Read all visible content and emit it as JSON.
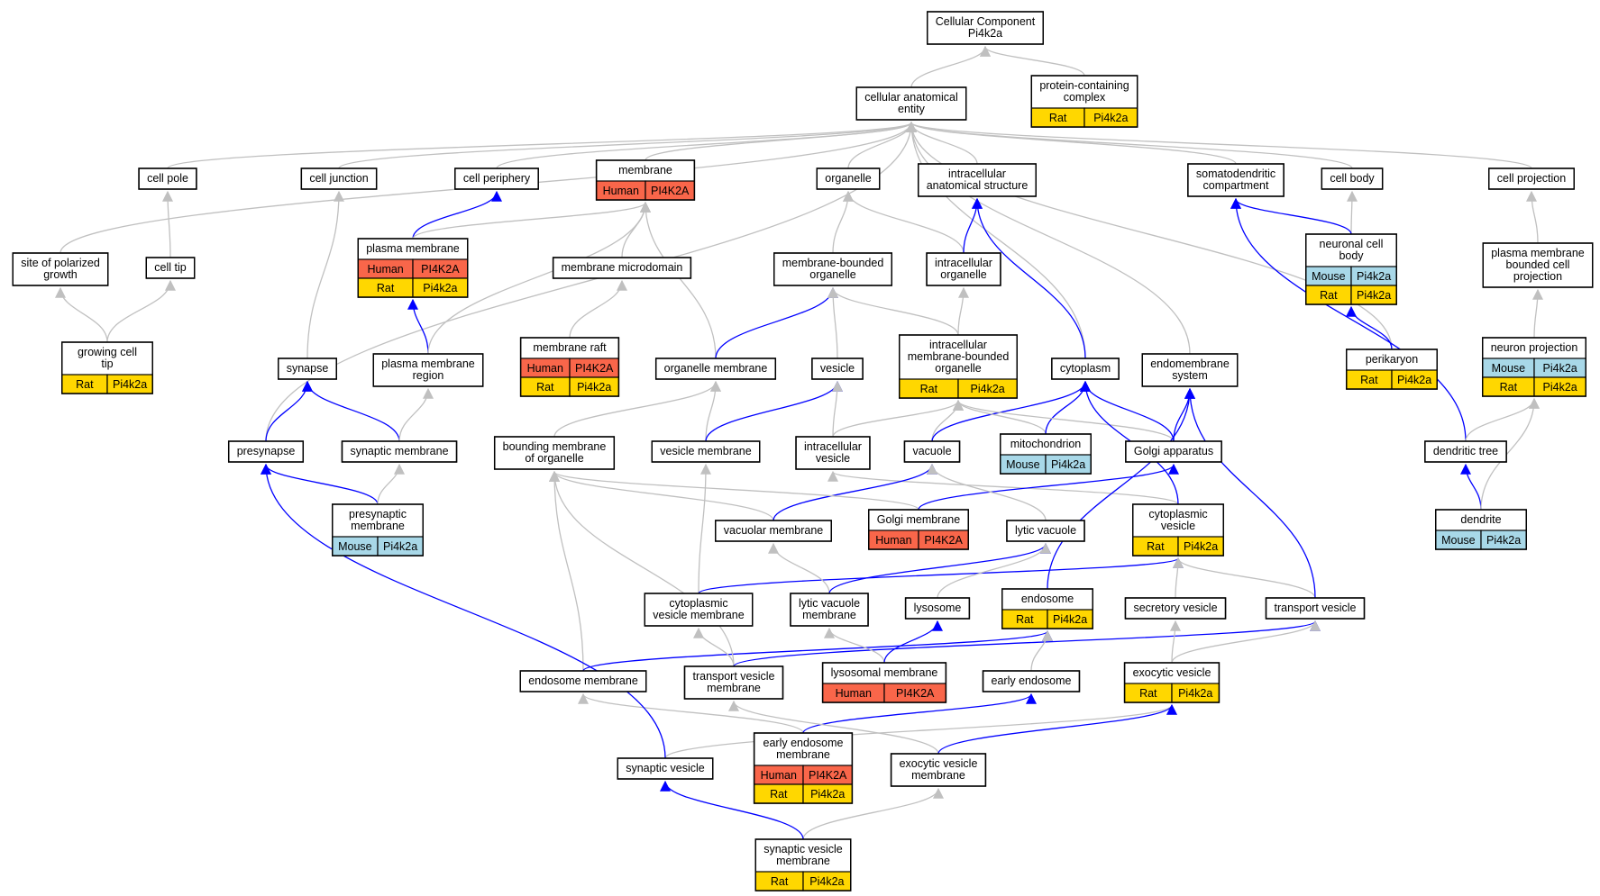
{
  "colors": {
    "Human": "#f9664a",
    "Rat": "#ffd700",
    "Mouse": "#a8d8e8",
    "is_a_edge": "#c0c0c0",
    "part_of_edge": "#0000ff"
  },
  "nodes": [
    {
      "id": "cc_root",
      "lines": [
        "Cellular Component",
        "Pi4k2a"
      ]
    },
    {
      "id": "protein_complex",
      "lines": [
        "protein-containing",
        "complex"
      ],
      "rows": [
        [
          "Rat",
          "Pi4k2a"
        ]
      ]
    },
    {
      "id": "cellular_anatomical_entity",
      "lines": [
        "cellular anatomical",
        "entity"
      ]
    },
    {
      "id": "cell_pole",
      "lines": [
        "cell pole"
      ]
    },
    {
      "id": "cell_junction",
      "lines": [
        "cell junction"
      ]
    },
    {
      "id": "cell_periphery",
      "lines": [
        "cell periphery"
      ]
    },
    {
      "id": "membrane",
      "lines": [
        "membrane"
      ],
      "rows": [
        [
          "Human",
          "PI4K2A"
        ]
      ]
    },
    {
      "id": "organelle",
      "lines": [
        "organelle"
      ]
    },
    {
      "id": "intracellular_anatomical_structure",
      "lines": [
        "intracellular",
        "anatomical structure"
      ]
    },
    {
      "id": "somatodendritic_compartment",
      "lines": [
        "somatodendritic",
        "compartment"
      ]
    },
    {
      "id": "cell_body",
      "lines": [
        "cell body"
      ]
    },
    {
      "id": "cell_projection",
      "lines": [
        "cell projection"
      ]
    },
    {
      "id": "site_of_polarized_growth",
      "lines": [
        "site of polarized",
        "growth"
      ]
    },
    {
      "id": "cell_tip",
      "lines": [
        "cell tip"
      ]
    },
    {
      "id": "plasma_membrane",
      "lines": [
        "plasma membrane"
      ],
      "rows": [
        [
          "Human",
          "PI4K2A"
        ],
        [
          "Rat",
          "Pi4k2a"
        ]
      ]
    },
    {
      "id": "membrane_microdomain",
      "lines": [
        "membrane microdomain"
      ]
    },
    {
      "id": "membrane_bounded_organelle",
      "lines": [
        "membrane-bounded",
        "organelle"
      ]
    },
    {
      "id": "intracellular_organelle",
      "lines": [
        "intracellular",
        "organelle"
      ]
    },
    {
      "id": "neuronal_cell_body",
      "lines": [
        "neuronal cell",
        "body"
      ],
      "rows": [
        [
          "Mouse",
          "Pi4k2a"
        ],
        [
          "Rat",
          "Pi4k2a"
        ]
      ]
    },
    {
      "id": "plasma_membrane_bounded_cell_projection",
      "lines": [
        "plasma membrane",
        "bounded cell",
        "projection"
      ]
    },
    {
      "id": "growing_cell_tip",
      "lines": [
        "growing cell",
        "tip"
      ],
      "rows": [
        [
          "Rat",
          "Pi4k2a"
        ]
      ]
    },
    {
      "id": "synapse",
      "lines": [
        "synapse"
      ]
    },
    {
      "id": "plasma_membrane_region",
      "lines": [
        "plasma membrane",
        "region"
      ]
    },
    {
      "id": "membrane_raft",
      "lines": [
        "membrane raft"
      ],
      "rows": [
        [
          "Human",
          "PI4K2A"
        ],
        [
          "Rat",
          "Pi4k2a"
        ]
      ]
    },
    {
      "id": "organelle_membrane",
      "lines": [
        "organelle membrane"
      ]
    },
    {
      "id": "vesicle",
      "lines": [
        "vesicle"
      ]
    },
    {
      "id": "intracellular_membrane_bounded_organelle",
      "lines": [
        "intracellular",
        "membrane-bounded",
        "organelle"
      ],
      "rows": [
        [
          "Rat",
          "Pi4k2a"
        ]
      ]
    },
    {
      "id": "cytoplasm",
      "lines": [
        "cytoplasm"
      ]
    },
    {
      "id": "endomembrane_system",
      "lines": [
        "endomembrane",
        "system"
      ]
    },
    {
      "id": "perikaryon",
      "lines": [
        "perikaryon"
      ],
      "rows": [
        [
          "Rat",
          "Pi4k2a"
        ]
      ]
    },
    {
      "id": "neuron_projection",
      "lines": [
        "neuron projection"
      ],
      "rows": [
        [
          "Mouse",
          "Pi4k2a"
        ],
        [
          "Rat",
          "Pi4k2a"
        ]
      ]
    },
    {
      "id": "presynapse",
      "lines": [
        "presynapse"
      ]
    },
    {
      "id": "synaptic_membrane",
      "lines": [
        "synaptic membrane"
      ]
    },
    {
      "id": "bounding_membrane_of_organelle",
      "lines": [
        "bounding membrane",
        "of organelle"
      ]
    },
    {
      "id": "vesicle_membrane",
      "lines": [
        "vesicle membrane"
      ]
    },
    {
      "id": "intracellular_vesicle",
      "lines": [
        "intracellular",
        "vesicle"
      ]
    },
    {
      "id": "vacuole",
      "lines": [
        "vacuole"
      ]
    },
    {
      "id": "mitochondrion",
      "lines": [
        "mitochondrion"
      ],
      "rows": [
        [
          "Mouse",
          "Pi4k2a"
        ]
      ]
    },
    {
      "id": "golgi_apparatus",
      "lines": [
        "Golgi apparatus"
      ]
    },
    {
      "id": "dendritic_tree",
      "lines": [
        "dendritic tree"
      ]
    },
    {
      "id": "presynaptic_membrane",
      "lines": [
        "presynaptic",
        "membrane"
      ],
      "rows": [
        [
          "Mouse",
          "Pi4k2a"
        ]
      ]
    },
    {
      "id": "vacuolar_membrane",
      "lines": [
        "vacuolar membrane"
      ]
    },
    {
      "id": "golgi_membrane",
      "lines": [
        "Golgi membrane"
      ],
      "rows": [
        [
          "Human",
          "PI4K2A"
        ]
      ]
    },
    {
      "id": "lytic_vacuole",
      "lines": [
        "lytic vacuole"
      ]
    },
    {
      "id": "cytoplasmic_vesicle",
      "lines": [
        "cytoplasmic",
        "vesicle"
      ],
      "rows": [
        [
          "Rat",
          "Pi4k2a"
        ]
      ]
    },
    {
      "id": "dendrite",
      "lines": [
        "dendrite"
      ],
      "rows": [
        [
          "Mouse",
          "Pi4k2a"
        ]
      ]
    },
    {
      "id": "cytoplasmic_vesicle_membrane",
      "lines": [
        "cytoplasmic",
        "vesicle membrane"
      ]
    },
    {
      "id": "lytic_vacuole_membrane",
      "lines": [
        "lytic vacuole",
        "membrane"
      ]
    },
    {
      "id": "lysosome",
      "lines": [
        "lysosome"
      ]
    },
    {
      "id": "endosome",
      "lines": [
        "endosome"
      ],
      "rows": [
        [
          "Rat",
          "Pi4k2a"
        ]
      ]
    },
    {
      "id": "secretory_vesicle",
      "lines": [
        "secretory vesicle"
      ]
    },
    {
      "id": "transport_vesicle",
      "lines": [
        "transport vesicle"
      ]
    },
    {
      "id": "endosome_membrane",
      "lines": [
        "endosome membrane"
      ]
    },
    {
      "id": "transport_vesicle_membrane",
      "lines": [
        "transport vesicle",
        "membrane"
      ]
    },
    {
      "id": "lysosomal_membrane",
      "lines": [
        "lysosomal membrane"
      ],
      "rows": [
        [
          "Human",
          "PI4K2A"
        ]
      ]
    },
    {
      "id": "early_endosome",
      "lines": [
        "early endosome"
      ]
    },
    {
      "id": "exocytic_vesicle",
      "lines": [
        "exocytic vesicle"
      ],
      "rows": [
        [
          "Rat",
          "Pi4k2a"
        ]
      ]
    },
    {
      "id": "early_endosome_membrane",
      "lines": [
        "early endosome",
        "membrane"
      ],
      "rows": [
        [
          "Human",
          "PI4K2A"
        ],
        [
          "Rat",
          "Pi4k2a"
        ]
      ]
    },
    {
      "id": "synaptic_vesicle",
      "lines": [
        "synaptic vesicle"
      ]
    },
    {
      "id": "exocytic_vesicle_membrane",
      "lines": [
        "exocytic vesicle",
        "membrane"
      ]
    },
    {
      "id": "synaptic_vesicle_membrane",
      "lines": [
        "synaptic vesicle",
        "membrane"
      ],
      "rows": [
        [
          "Rat",
          "Pi4k2a"
        ]
      ]
    }
  ],
  "edges": [
    {
      "from": "protein_complex",
      "to": "cc_root",
      "type": "is_a"
    },
    {
      "from": "cellular_anatomical_entity",
      "to": "cc_root",
      "type": "is_a"
    },
    {
      "from": "cell_pole",
      "to": "cellular_anatomical_entity",
      "type": "is_a"
    },
    {
      "from": "cell_junction",
      "to": "cellular_anatomical_entity",
      "type": "is_a"
    },
    {
      "from": "cell_periphery",
      "to": "cellular_anatomical_entity",
      "type": "is_a"
    },
    {
      "from": "membrane",
      "to": "cellular_anatomical_entity",
      "type": "is_a"
    },
    {
      "from": "organelle",
      "to": "cellular_anatomical_entity",
      "type": "is_a"
    },
    {
      "from": "intracellular_anatomical_structure",
      "to": "cellular_anatomical_entity",
      "type": "is_a"
    },
    {
      "from": "somatodendritic_compartment",
      "to": "cellular_anatomical_entity",
      "type": "is_a"
    },
    {
      "from": "cell_body",
      "to": "cellular_anatomical_entity",
      "type": "is_a"
    },
    {
      "from": "cell_projection",
      "to": "cellular_anatomical_entity",
      "type": "is_a"
    },
    {
      "from": "site_of_polarized_growth",
      "to": "cellular_anatomical_entity",
      "type": "is_a"
    },
    {
      "from": "presynapse",
      "to": "cellular_anatomical_entity",
      "type": "is_a"
    },
    {
      "from": "cytoplasm",
      "to": "cellular_anatomical_entity",
      "type": "is_a"
    },
    {
      "from": "endomembrane_system",
      "to": "cellular_anatomical_entity",
      "type": "is_a"
    },
    {
      "from": "perikaryon",
      "to": "cellular_anatomical_entity",
      "type": "is_a"
    },
    {
      "from": "cell_tip",
      "to": "cell_pole",
      "type": "is_a"
    },
    {
      "from": "growing_cell_tip",
      "to": "site_of_polarized_growth",
      "type": "is_a"
    },
    {
      "from": "growing_cell_tip",
      "to": "cell_tip",
      "type": "is_a"
    },
    {
      "from": "synapse",
      "to": "cell_junction",
      "type": "is_a"
    },
    {
      "from": "plasma_membrane",
      "to": "cell_periphery",
      "type": "part_of"
    },
    {
      "from": "plasma_membrane",
      "to": "membrane",
      "type": "is_a"
    },
    {
      "from": "plasma_membrane_region",
      "to": "plasma_membrane",
      "type": "part_of"
    },
    {
      "from": "plasma_membrane_region",
      "to": "membrane",
      "type": "is_a"
    },
    {
      "from": "membrane_microdomain",
      "to": "membrane",
      "type": "is_a"
    },
    {
      "from": "membrane_raft",
      "to": "membrane_microdomain",
      "type": "is_a"
    },
    {
      "from": "organelle_membrane",
      "to": "membrane",
      "type": "is_a"
    },
    {
      "from": "organelle_membrane",
      "to": "membrane_bounded_organelle",
      "type": "part_of"
    },
    {
      "from": "membrane_bounded_organelle",
      "to": "organelle",
      "type": "is_a"
    },
    {
      "from": "intracellular_organelle",
      "to": "organelle",
      "type": "is_a"
    },
    {
      "from": "intracellular_organelle",
      "to": "intracellular_anatomical_structure",
      "type": "part_of"
    },
    {
      "from": "cytoplasm",
      "to": "intracellular_anatomical_structure",
      "type": "part_of"
    },
    {
      "from": "vesicle",
      "to": "membrane_bounded_organelle",
      "type": "is_a"
    },
    {
      "from": "intracellular_membrane_bounded_organelle",
      "to": "membrane_bounded_organelle",
      "type": "is_a"
    },
    {
      "from": "intracellular_membrane_bounded_organelle",
      "to": "intracellular_organelle",
      "type": "is_a"
    },
    {
      "from": "neuronal_cell_body",
      "to": "cell_body",
      "type": "is_a"
    },
    {
      "from": "neuronal_cell_body",
      "to": "somatodendritic_compartment",
      "type": "part_of"
    },
    {
      "from": "perikaryon",
      "to": "neuronal_cell_body",
      "type": "part_of"
    },
    {
      "from": "plasma_membrane_bounded_cell_projection",
      "to": "cell_projection",
      "type": "is_a"
    },
    {
      "from": "neuron_projection",
      "to": "plasma_membrane_bounded_cell_projection",
      "type": "is_a"
    },
    {
      "from": "dendritic_tree",
      "to": "somatodendritic_compartment",
      "type": "part_of"
    },
    {
      "from": "dendritic_tree",
      "to": "neuron_projection",
      "type": "is_a"
    },
    {
      "from": "dendrite",
      "to": "dendritic_tree",
      "type": "part_of"
    },
    {
      "from": "dendrite",
      "to": "neuron_projection",
      "type": "is_a"
    },
    {
      "from": "presynapse",
      "to": "synapse",
      "type": "part_of"
    },
    {
      "from": "synaptic_membrane",
      "to": "synapse",
      "type": "part_of"
    },
    {
      "from": "synaptic_membrane",
      "to": "plasma_membrane_region",
      "type": "is_a"
    },
    {
      "from": "presynaptic_membrane",
      "to": "presynapse",
      "type": "part_of"
    },
    {
      "from": "presynaptic_membrane",
      "to": "synaptic_membrane",
      "type": "is_a"
    },
    {
      "from": "bounding_membrane_of_organelle",
      "to": "organelle_membrane",
      "type": "is_a"
    },
    {
      "from": "vesicle_membrane",
      "to": "organelle_membrane",
      "type": "is_a"
    },
    {
      "from": "vesicle_membrane",
      "to": "vesicle",
      "type": "part_of"
    },
    {
      "from": "intracellular_vesicle",
      "to": "vesicle",
      "type": "is_a"
    },
    {
      "from": "intracellular_vesicle",
      "to": "intracellular_membrane_bounded_organelle",
      "type": "is_a"
    },
    {
      "from": "vacuole",
      "to": "intracellular_membrane_bounded_organelle",
      "type": "is_a"
    },
    {
      "from": "vacuole",
      "to": "cytoplasm",
      "type": "part_of"
    },
    {
      "from": "mitochondrion",
      "to": "intracellular_membrane_bounded_organelle",
      "type": "is_a"
    },
    {
      "from": "mitochondrion",
      "to": "cytoplasm",
      "type": "part_of"
    },
    {
      "from": "golgi_apparatus",
      "to": "intracellular_membrane_bounded_organelle",
      "type": "is_a"
    },
    {
      "from": "golgi_apparatus",
      "to": "cytoplasm",
      "type": "part_of"
    },
    {
      "from": "golgi_apparatus",
      "to": "endomembrane_system",
      "type": "part_of"
    },
    {
      "from": "cytoplasmic_vesicle",
      "to": "intracellular_vesicle",
      "type": "is_a"
    },
    {
      "from": "cytoplasmic_vesicle",
      "to": "cytoplasm",
      "type": "part_of"
    },
    {
      "from": "vacuolar_membrane",
      "to": "bounding_membrane_of_organelle",
      "type": "is_a"
    },
    {
      "from": "vacuolar_membrane",
      "to": "vacuole",
      "type": "part_of"
    },
    {
      "from": "golgi_membrane",
      "to": "bounding_membrane_of_organelle",
      "type": "is_a"
    },
    {
      "from": "golgi_membrane",
      "to": "golgi_apparatus",
      "type": "part_of"
    },
    {
      "from": "lytic_vacuole",
      "to": "vacuole",
      "type": "is_a"
    },
    {
      "from": "cytoplasmic_vesicle_membrane",
      "to": "vesicle_membrane",
      "type": "is_a"
    },
    {
      "from": "cytoplasmic_vesicle_membrane",
      "to": "cytoplasmic_vesicle",
      "type": "part_of"
    },
    {
      "from": "lytic_vacuole_membrane",
      "to": "vacuolar_membrane",
      "type": "is_a"
    },
    {
      "from": "lytic_vacuole_membrane",
      "to": "lytic_vacuole",
      "type": "part_of"
    },
    {
      "from": "lysosome",
      "to": "lytic_vacuole",
      "type": "is_a"
    },
    {
      "from": "endosome",
      "to": "endomembrane_system",
      "type": "part_of"
    },
    {
      "from": "secretory_vesicle",
      "to": "cytoplasmic_vesicle",
      "type": "is_a"
    },
    {
      "from": "transport_vesicle",
      "to": "cytoplasmic_vesicle",
      "type": "is_a"
    },
    {
      "from": "transport_vesicle",
      "to": "endomembrane_system",
      "type": "part_of"
    },
    {
      "from": "endosome_membrane",
      "to": "bounding_membrane_of_organelle",
      "type": "is_a"
    },
    {
      "from": "endosome_membrane",
      "to": "endosome",
      "type": "part_of"
    },
    {
      "from": "transport_vesicle_membrane",
      "to": "cytoplasmic_vesicle_membrane",
      "type": "is_a"
    },
    {
      "from": "transport_vesicle_membrane",
      "to": "bounding_membrane_of_organelle",
      "type": "is_a"
    },
    {
      "from": "transport_vesicle_membrane",
      "to": "transport_vesicle",
      "type": "part_of"
    },
    {
      "from": "lysosomal_membrane",
      "to": "lytic_vacuole_membrane",
      "type": "is_a"
    },
    {
      "from": "lysosomal_membrane",
      "to": "lysosome",
      "type": "part_of"
    },
    {
      "from": "early_endosome",
      "to": "endosome",
      "type": "is_a"
    },
    {
      "from": "exocytic_vesicle",
      "to": "secretory_vesicle",
      "type": "is_a"
    },
    {
      "from": "exocytic_vesicle",
      "to": "transport_vesicle",
      "type": "is_a"
    },
    {
      "from": "early_endosome_membrane",
      "to": "endosome_membrane",
      "type": "is_a"
    },
    {
      "from": "early_endosome_membrane",
      "to": "early_endosome",
      "type": "part_of"
    },
    {
      "from": "synaptic_vesicle",
      "to": "exocytic_vesicle",
      "type": "is_a"
    },
    {
      "from": "synaptic_vesicle",
      "to": "presynapse",
      "type": "part_of"
    },
    {
      "from": "exocytic_vesicle_membrane",
      "to": "transport_vesicle_membrane",
      "type": "is_a"
    },
    {
      "from": "exocytic_vesicle_membrane",
      "to": "exocytic_vesicle",
      "type": "part_of"
    },
    {
      "from": "synaptic_vesicle_membrane",
      "to": "exocytic_vesicle_membrane",
      "type": "is_a"
    },
    {
      "from": "synaptic_vesicle_membrane",
      "to": "synaptic_vesicle",
      "type": "part_of"
    }
  ]
}
